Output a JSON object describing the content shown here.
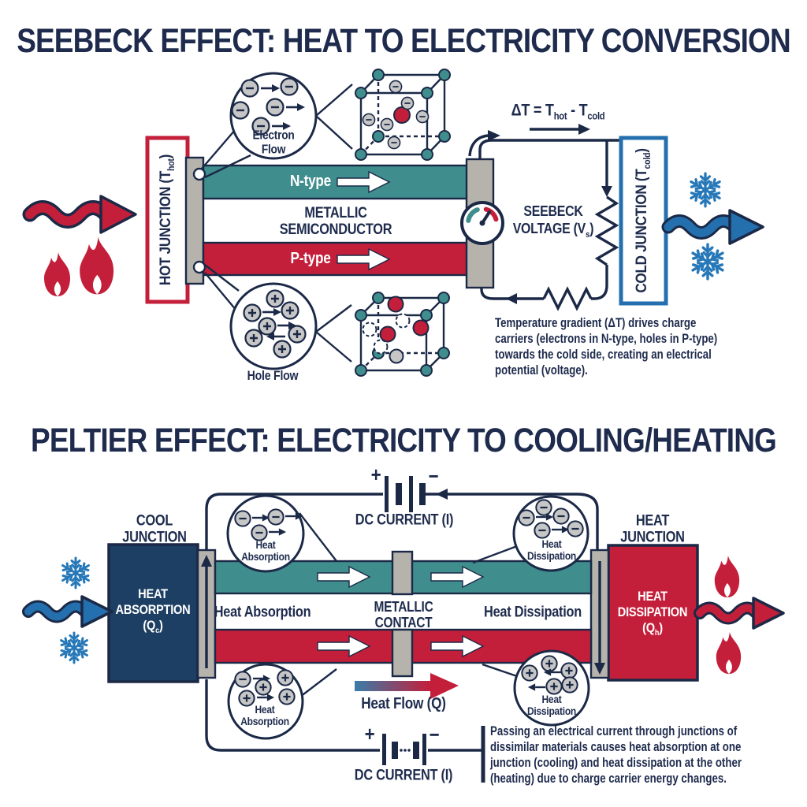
{
  "palette": {
    "navy_text": "#1e2b4d",
    "line": "#1b2947",
    "teal": "#3f8e8d",
    "red": "#c41f3a",
    "cold_blue": "#2470ae",
    "snow_blue": "#2778b8",
    "dark_blue_box": "#1d3f63",
    "connector_gray": "#b5b3ac",
    "particle_gray": "#c6c6c6",
    "heat_flow_gradient": [
      "#3a7ca8",
      "#c41f3a"
    ]
  },
  "seebeck": {
    "title": "SEEBECK EFFECT: HEAT TO ELECTRICITY CONVERSION",
    "hot_junction": [
      {
        "t": "HOT JUNCTION (T"
      },
      {
        "t": "hot",
        "sub": true
      },
      {
        "t": ")"
      }
    ],
    "cold_junction": [
      {
        "t": "COLD JUNCTION (T"
      },
      {
        "t": "cold",
        "sub": true
      },
      {
        "t": ")"
      }
    ],
    "electron_flow": [
      "Electron",
      "Flow"
    ],
    "hole_flow": "Hole Flow",
    "n_type": "N-type",
    "p_type": "P-type",
    "semiconductor": [
      "METALLIC",
      "SEMICONDUCTOR"
    ],
    "delta_t": [
      {
        "t": "ΔT = T"
      },
      {
        "t": "hot",
        "sub": true
      },
      {
        "t": " - T"
      },
      {
        "t": "cold",
        "sub": true
      }
    ],
    "voltage": [
      [
        {
          "t": "SEEBECK"
        }
      ],
      [
        {
          "t": "VOLTAGE (V"
        },
        {
          "t": "s",
          "sub": true
        },
        {
          "t": ")"
        }
      ]
    ],
    "description": [
      "Temperature gradient (ΔT) drives charge",
      "carriers (electrons in N-type, holes in P-type)",
      "towards the cold side, creating an electrical",
      "potential (voltage)."
    ]
  },
  "peltier": {
    "title": "PELTIER EFFECT: ELECTRICITY TO COOLING/HEATING",
    "dc_current": "DC CURRENT (I)",
    "battery_plus": "+",
    "battery_minus": "−",
    "cool_junction": [
      "COOL",
      "JUNCTION"
    ],
    "heat_junction": [
      "HEAT",
      "JUNCTION"
    ],
    "qc_box": [
      [
        {
          "t": "HEAT"
        }
      ],
      [
        {
          "t": "ABSORPTION"
        }
      ],
      [
        {
          "t": "(Q"
        },
        {
          "t": "c",
          "sub": true
        },
        {
          "t": ")"
        }
      ]
    ],
    "qh_box": [
      [
        {
          "t": "HEAT"
        }
      ],
      [
        {
          "t": "DISSIPATION"
        }
      ],
      [
        {
          "t": "(Q"
        },
        {
          "t": "h",
          "sub": true
        },
        {
          "t": ")"
        }
      ]
    ],
    "band_absorption": "Heat Absorption",
    "metallic_contact": [
      "METALLIC",
      "CONTACT"
    ],
    "band_dissipation": "Heat Dissipation",
    "heat_flow": "Heat Flow (Q)",
    "circle_absorption": [
      "Heat",
      "Absorption"
    ],
    "circle_dissipation": [
      "Heat",
      "Dissipation"
    ],
    "description": [
      "Passing an electrical current through junctions of",
      "dissimilar materials causes heat absorption at one",
      "junction (cooling) and heat dissipation at the other",
      "(heating) due to charge carrier energy changes."
    ]
  }
}
